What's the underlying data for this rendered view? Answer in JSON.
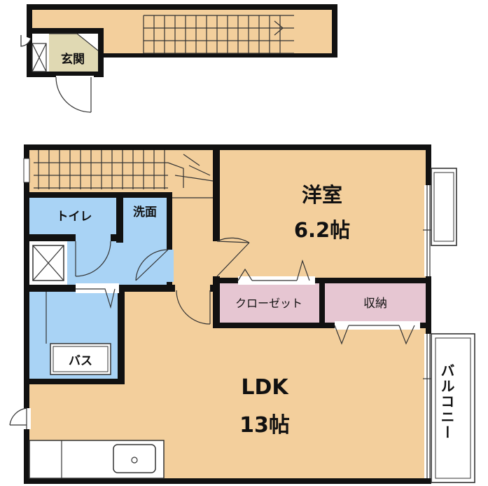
{
  "rooms": {
    "entrance": {
      "label": "玄関"
    },
    "western_room": {
      "label": "洋室",
      "size": "6.2帖"
    },
    "toilet": {
      "label": "トイレ"
    },
    "washroom": {
      "label": "洗面"
    },
    "closet": {
      "label": "クローゼット"
    },
    "storage": {
      "label": "収納"
    },
    "bath": {
      "label": "バス"
    },
    "ldk": {
      "label": "LDK",
      "size": "13帖"
    },
    "balcony": {
      "label": "バルコニー"
    }
  },
  "colors": {
    "floor": "#f3cf9c",
    "wet_area": "#a9d3f5",
    "closet": "#e6c6d2",
    "wall": "#111111",
    "entrance_floor": "#e0d9b3"
  }
}
